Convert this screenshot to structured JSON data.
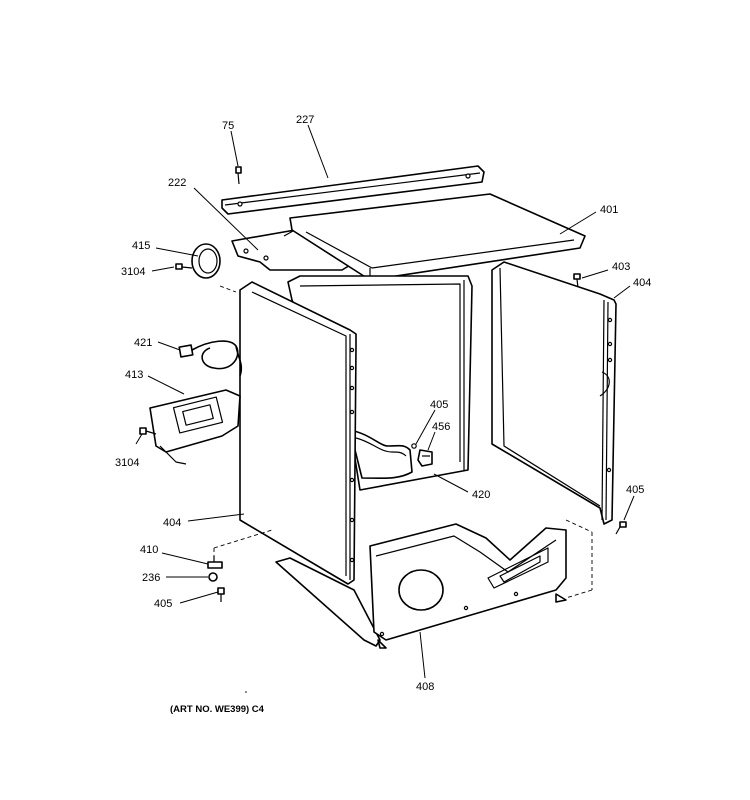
{
  "labels": {
    "l75": "75",
    "l227": "227",
    "l222": "222",
    "l401": "401",
    "l415": "415",
    "l3104a": "3104",
    "l403": "403",
    "l404a": "404",
    "l421": "421",
    "l413": "413",
    "l405a": "405",
    "l456": "456",
    "l3104b": "3104",
    "l420": "420",
    "l405b": "405",
    "l404b": "404",
    "l410": "410",
    "l236": "236",
    "l405c": "405",
    "l408": "408"
  },
  "caption": "(ART NO. WE399) C4"
}
